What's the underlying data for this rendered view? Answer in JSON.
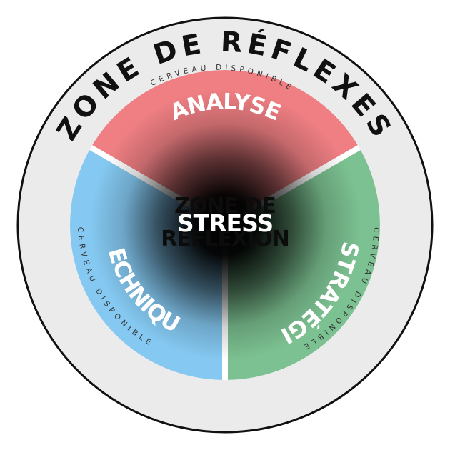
{
  "outer_zone": {
    "label": "ZONE DE RÉFLEXES"
  },
  "sectors": {
    "analyse": {
      "label": "ANALYSE",
      "sublabel": "CERVEAU DISPONIBLE",
      "color": "#ef7f83"
    },
    "strategie": {
      "label": "STRATÉGIE",
      "sublabel": "CERVEAU DISPONIBLE",
      "color": "#7cc191"
    },
    "technique": {
      "label": "TECHNIQUE",
      "sublabel": "CERVEAU DISPONIBLE",
      "color": "#85c9f2"
    }
  },
  "center": {
    "reflexion_line1": "ZONE DE",
    "reflexion_line2": "RÉFLEXION",
    "stress": "STRESS"
  },
  "colors": {
    "outer_ring": "#ebebeb",
    "outline": "#111111",
    "divider": "#ffffff",
    "center_dark": "#000000"
  }
}
